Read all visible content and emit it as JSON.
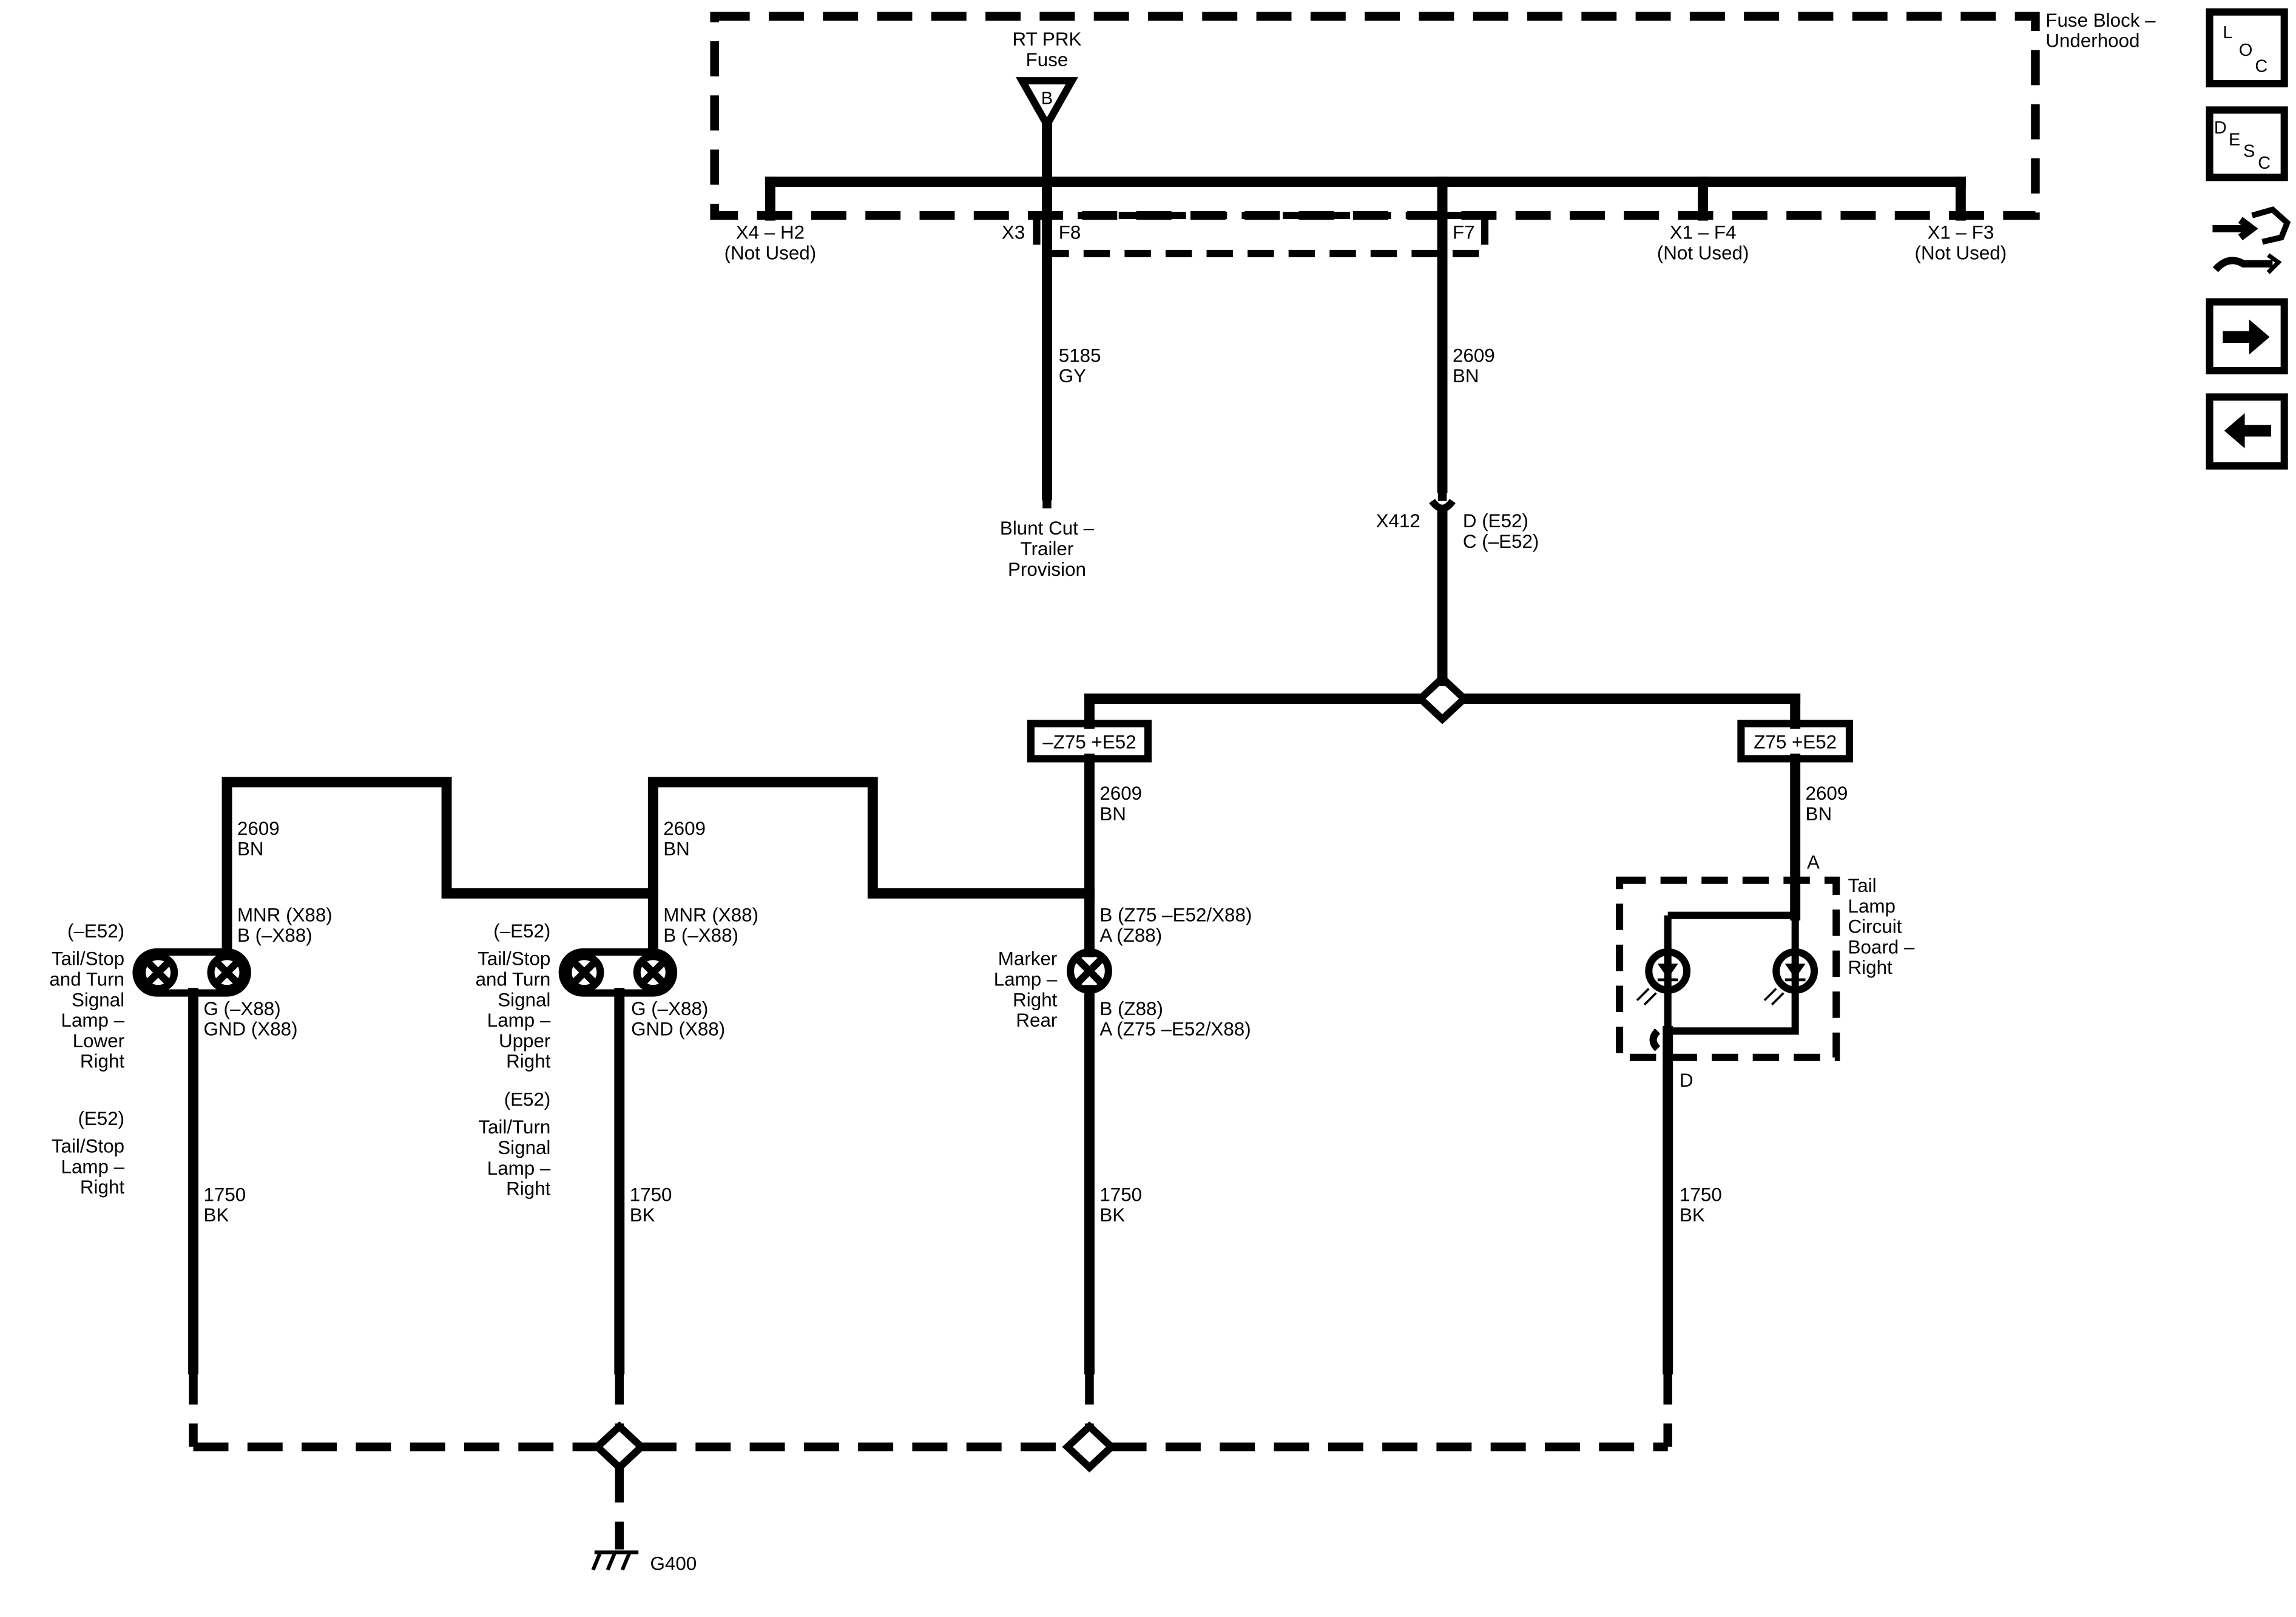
{
  "fuse_block": {
    "name_l1": "Fuse Block –",
    "name_l2": "Underhood",
    "fuse_name_l1": "RT PRK",
    "fuse_name_l2": "Fuse",
    "fuse_pin": "B",
    "x3_label": "X3",
    "f8_label": "F8",
    "f7_label": "F7",
    "x4h2_l1": "X4 – H2",
    "x4h2_l2": "(Not Used)",
    "x1f4_l1": "X1 – F4",
    "x1f4_l2": "(Not Used)",
    "x1f3_l1": "X1 – F3",
    "x1f3_l2": "(Not Used)"
  },
  "wires": {
    "w5185_num": "5185",
    "w5185_color": "GY",
    "w2609_num": "2609",
    "w2609_color": "BN",
    "w1750_num": "1750",
    "w1750_color": "BK"
  },
  "blunt_cut": {
    "l1": "Blunt Cut –",
    "l2": "Trailer",
    "l3": "Provision"
  },
  "connector_x412": {
    "name": "X412",
    "pin_l1": "D (E52)",
    "pin_l2": "C (–E52)"
  },
  "options": {
    "left_box": "–Z75 +E52",
    "right_box": "Z75 +E52"
  },
  "lower_lamp": {
    "opt": "(–E52)",
    "n1": "Tail/Stop",
    "n2": "and Turn",
    "n3": "Signal",
    "n4": "Lamp –",
    "n5": "Lower",
    "n6": "Right",
    "alt_opt": "(E52)",
    "a1": "Tail/Stop",
    "a2": "Lamp –",
    "a3": "Right",
    "top_pin1": "MNR (X88)",
    "top_pin2": "B (–X88)",
    "bot_pin1": "G (–X88)",
    "bot_pin2": "GND (X88)"
  },
  "upper_lamp": {
    "opt": "(–E52)",
    "n1": "Tail/Stop",
    "n2": "and Turn",
    "n3": "Signal",
    "n4": "Lamp –",
    "n5": "Upper",
    "n6": "Right",
    "alt_opt": "(E52)",
    "a1": "Tail/Turn",
    "a2": "Signal",
    "a3": "Lamp –",
    "a4": "Right",
    "top_pin1": "MNR (X88)",
    "top_pin2": "B (–X88)",
    "bot_pin1": "G (–X88)",
    "bot_pin2": "GND (X88)"
  },
  "marker_lamp": {
    "n1": "Marker",
    "n2": "Lamp –",
    "n3": "Right",
    "n4": "Rear",
    "top_pin1": "B (Z75 –E52/X88)",
    "top_pin2": "A (Z88)",
    "bot_pin1": "B (Z88)",
    "bot_pin2": "A (Z75 –E52/X88)"
  },
  "tail_board": {
    "n1": "Tail",
    "n2": "Lamp",
    "n3": "Circuit",
    "n4": "Board –",
    "n5": "Right",
    "pin_a": "A",
    "pin_d": "D"
  },
  "ground": {
    "name": "G400"
  },
  "nav": {
    "loc_l": "L",
    "loc_o": "O",
    "loc_c": "C",
    "desc_d": "D",
    "desc_e": "E",
    "desc_s": "S",
    "desc_c": "C"
  }
}
